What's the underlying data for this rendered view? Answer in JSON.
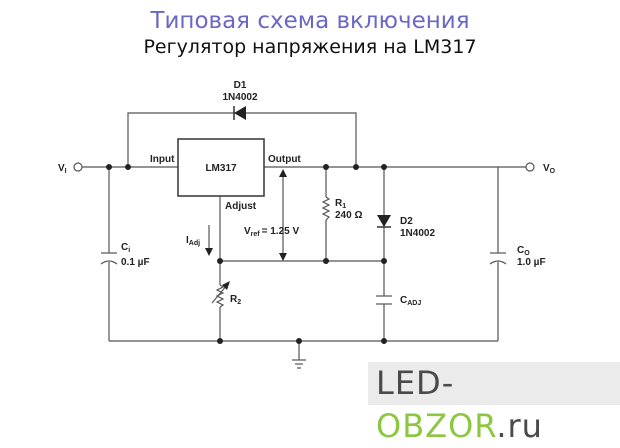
{
  "title": "Типовая схема включения",
  "subtitle": "Регулятор напряжения на LM317",
  "colors": {
    "title": "#6a68c6",
    "watermark_dark": "#4a4a4a",
    "watermark_green": "#8dc63f"
  },
  "circuit": {
    "ic": "LM317",
    "pins": {
      "input": "Input",
      "output": "Output",
      "adjust": "Adjust"
    },
    "vin": {
      "main": "V",
      "sub": "I"
    },
    "vout": {
      "main": "V",
      "sub": "O"
    },
    "d1": {
      "name": "D1",
      "part": "1N4002"
    },
    "d2": {
      "name": "D2",
      "part": "1N4002"
    },
    "r1": {
      "main": "R",
      "sub": "1",
      "value": "240 Ω"
    },
    "r2": {
      "main": "R",
      "sub": "2"
    },
    "ci": {
      "main": "C",
      "sub": "i",
      "value": "0.1 µF"
    },
    "co": {
      "main": "C",
      "sub": "O",
      "value": "1.0 µF"
    },
    "cadj": {
      "main": "C",
      "sub": "ADJ"
    },
    "vref": {
      "main": "V",
      "sub": "ref",
      "value": "= 1.25 V"
    },
    "iadj": {
      "main": "I",
      "sub": "Adj"
    }
  },
  "watermark": {
    "part1": "LED-",
    "part2": "OBZOR",
    "part3": ".ru"
  }
}
